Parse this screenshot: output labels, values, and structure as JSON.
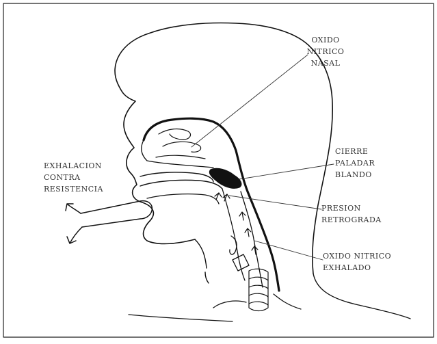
{
  "labels": {
    "oxido_nitrico_nasal": [
      "OXIDO",
      "NITRICO",
      "NASAL"
    ],
    "exhalacion": [
      "EXHALACION",
      "CONTRA",
      "RESISTENCIA"
    ],
    "cierre_paladar": [
      "CIERRE",
      "PALADAR",
      "BLANDO"
    ],
    "presion": [
      "PRESION",
      "RETROGRADA"
    ],
    "oxido_exhalado": [
      "OXIDO NITRICO",
      "EXHALADO"
    ]
  },
  "colors": {
    "ink": "#111111",
    "frame": "#222222",
    "text": "#333333"
  }
}
